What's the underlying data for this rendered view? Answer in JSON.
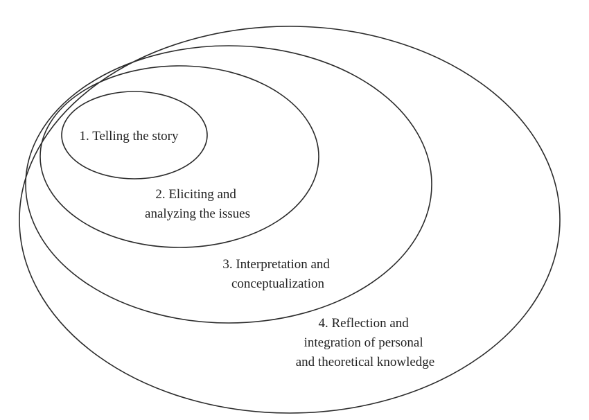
{
  "stages": [
    {
      "lines": [
        "1. Telling the story"
      ]
    },
    {
      "lines": [
        "2. Eliciting and",
        "analyzing the issues"
      ]
    },
    {
      "lines": [
        "3. Interpretation and",
        "conceptualization"
      ]
    },
    {
      "lines": [
        "4. Reflection and",
        "integration of personal",
        "and theoretical knowledge"
      ]
    }
  ],
  "colors": {
    "stroke": "#2b2b2b",
    "text": "#222222",
    "background": "#ffffff"
  }
}
